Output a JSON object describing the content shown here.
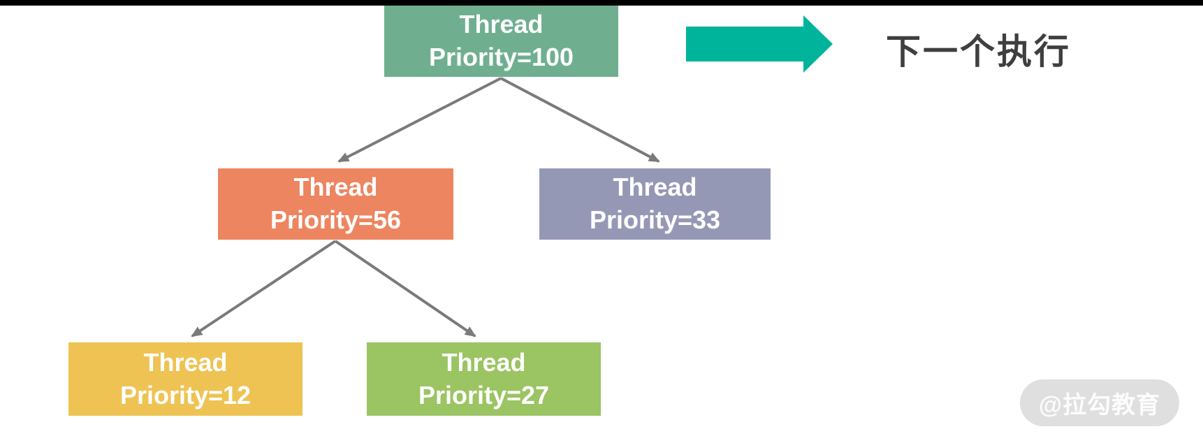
{
  "chrome": {
    "top_bar_color": "#000000"
  },
  "diagram": {
    "connector_color": "#7A7A7A",
    "nodes": {
      "root": {
        "line1": "Thread",
        "line2": "Priority=100",
        "color": "#6FAF90"
      },
      "left": {
        "line1": "Thread",
        "line2": "Priority=56",
        "color": "#ED8560"
      },
      "right": {
        "line1": "Thread",
        "line2": "Priority=33",
        "color": "#9598B5"
      },
      "left_left": {
        "line1": "Thread",
        "line2": "Priority=12",
        "color": "#EEC353"
      },
      "left_right": {
        "line1": "Thread",
        "line2": "Priority=27",
        "color": "#9BC462"
      }
    }
  },
  "legend": {
    "label": "下一个执行",
    "label_color": "#3F3F3F",
    "arrow_color": "#00B49B"
  },
  "watermark": {
    "text": "@拉勾教育",
    "background": "#DFDFDF",
    "text_color": "#FCFCFC"
  }
}
